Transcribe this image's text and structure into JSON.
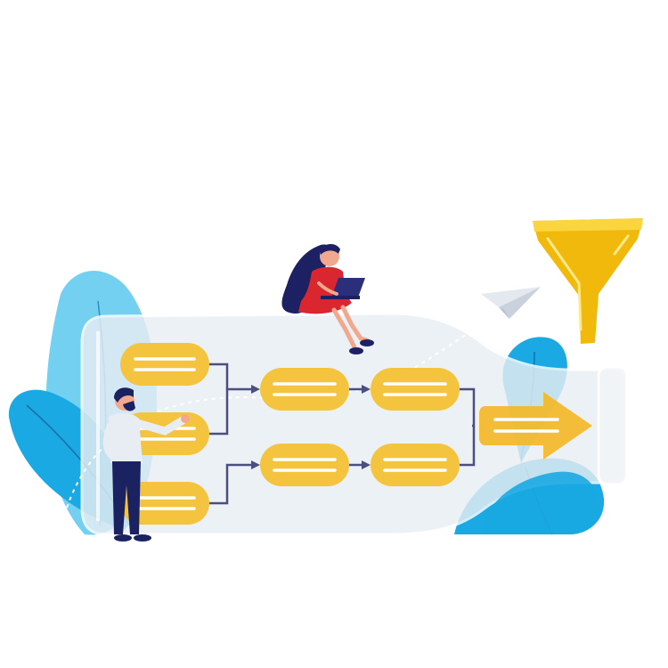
{
  "illustration": {
    "colors": {
      "leaf_light": "#5bc8ee",
      "leaf_dark": "#1aa9e2",
      "bottle_fill": "#e9eef3",
      "bottle_edge": "#ffffff",
      "node_fill": "#f4c43f",
      "node_line": "#ffffff",
      "connector": "#4a4f80",
      "funnel_gold": "#f0b90c",
      "funnel_light": "#fbd53e",
      "output_arrow": "#f3b928",
      "paper_plane": "#d4dbe4",
      "woman_dress": "#d9262f",
      "woman_hair": "#1d2163",
      "laptop": "#2b2e7a",
      "man_shirt": "#e7edf3",
      "man_pants": "#1b2262",
      "skin": "#f2a88c"
    },
    "icons": [
      "funnel-icon",
      "paper-plane-icon",
      "laptop-icon"
    ],
    "flow": {
      "columns": 3,
      "column_1_nodes": 3,
      "column_2_nodes": 2,
      "column_3_nodes": 2,
      "output_nodes": 1
    }
  }
}
